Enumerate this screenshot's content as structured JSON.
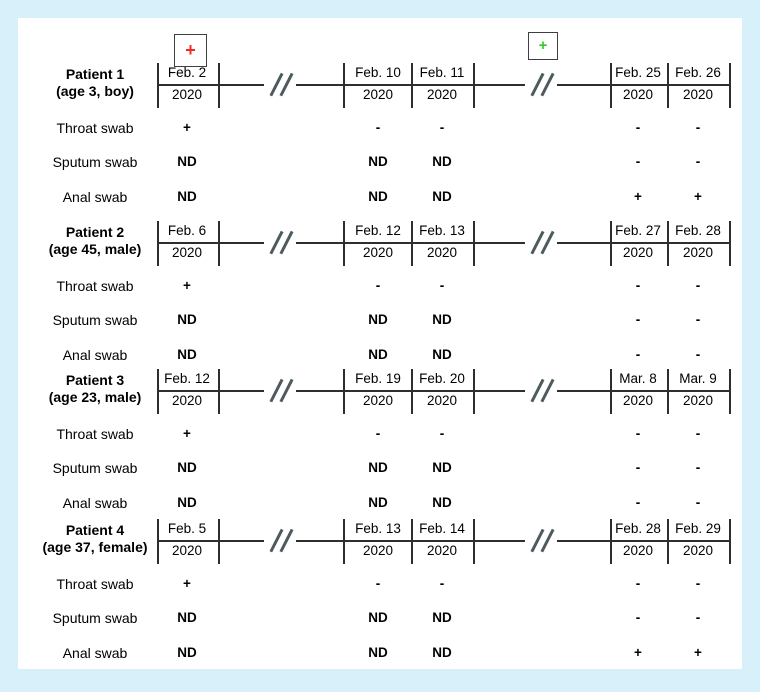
{
  "figure": {
    "background_color": "#d7f0fa",
    "panel_color": "#ffffff",
    "line_color": "#2e2e2e"
  },
  "markers": {
    "first_positive": {
      "symbol": "+",
      "color": "#ed2d24"
    },
    "re_positive": {
      "symbol": "+",
      "color": "#2fcc27"
    }
  },
  "patients": [
    {
      "name": "Patient 1",
      "age_sex": "(age 3, boy)",
      "dates": [
        {
          "date": "Feb. 2",
          "year": "2020"
        },
        {
          "date": "Feb. 10",
          "year": "2020"
        },
        {
          "date": "Feb. 11",
          "year": "2020"
        },
        {
          "date": "Feb. 25",
          "year": "2020"
        },
        {
          "date": "Feb. 26",
          "year": "2020"
        }
      ],
      "rows": [
        {
          "label": "Throat swab",
          "values": [
            "+",
            "-",
            "-",
            "-",
            "-"
          ]
        },
        {
          "label": "Sputum swab",
          "values": [
            "ND",
            "ND",
            "ND",
            "-",
            "-"
          ]
        },
        {
          "label": "Anal swab",
          "values": [
            "ND",
            "ND",
            "ND",
            "+",
            "+"
          ]
        }
      ]
    },
    {
      "name": "Patient 2",
      "age_sex": "(age 45, male)",
      "dates": [
        {
          "date": "Feb. 6",
          "year": "2020"
        },
        {
          "date": "Feb. 12",
          "year": "2020"
        },
        {
          "date": "Feb. 13",
          "year": "2020"
        },
        {
          "date": "Feb. 27",
          "year": "2020"
        },
        {
          "date": "Feb. 28",
          "year": "2020"
        }
      ],
      "rows": [
        {
          "label": "Throat swab",
          "values": [
            "+",
            "-",
            "-",
            "-",
            "-"
          ]
        },
        {
          "label": "Sputum swab",
          "values": [
            "ND",
            "ND",
            "ND",
            "-",
            "-"
          ]
        },
        {
          "label": "Anal swab",
          "values": [
            "ND",
            "ND",
            "ND",
            "-",
            "-"
          ]
        }
      ]
    },
    {
      "name": "Patient 3",
      "age_sex": "(age 23, male)",
      "dates": [
        {
          "date": "Feb. 12",
          "year": "2020"
        },
        {
          "date": "Feb. 19",
          "year": "2020"
        },
        {
          "date": "Feb. 20",
          "year": "2020"
        },
        {
          "date": "Mar. 8",
          "year": "2020"
        },
        {
          "date": "Mar. 9",
          "year": "2020"
        }
      ],
      "rows": [
        {
          "label": "Throat swab",
          "values": [
            "+",
            "-",
            "-",
            "-",
            "-"
          ]
        },
        {
          "label": "Sputum swab",
          "values": [
            "ND",
            "ND",
            "ND",
            "-",
            "-"
          ]
        },
        {
          "label": "Anal swab",
          "values": [
            "ND",
            "ND",
            "ND",
            "-",
            "-"
          ]
        }
      ]
    },
    {
      "name": "Patient 4",
      "age_sex": "(age 37, female)",
      "dates": [
        {
          "date": "Feb. 5",
          "year": "2020"
        },
        {
          "date": "Feb. 13",
          "year": "2020"
        },
        {
          "date": "Feb. 14",
          "year": "2020"
        },
        {
          "date": "Feb. 28",
          "year": "2020"
        },
        {
          "date": "Feb. 29",
          "year": "2020"
        }
      ],
      "rows": [
        {
          "label": "Throat swab",
          "values": [
            "+",
            "-",
            "-",
            "-",
            "-"
          ]
        },
        {
          "label": "Sputum swab",
          "values": [
            "ND",
            "ND",
            "ND",
            "-",
            "-"
          ]
        },
        {
          "label": "Anal swab",
          "values": [
            "ND",
            "ND",
            "ND",
            "+",
            "+"
          ]
        }
      ]
    }
  ]
}
